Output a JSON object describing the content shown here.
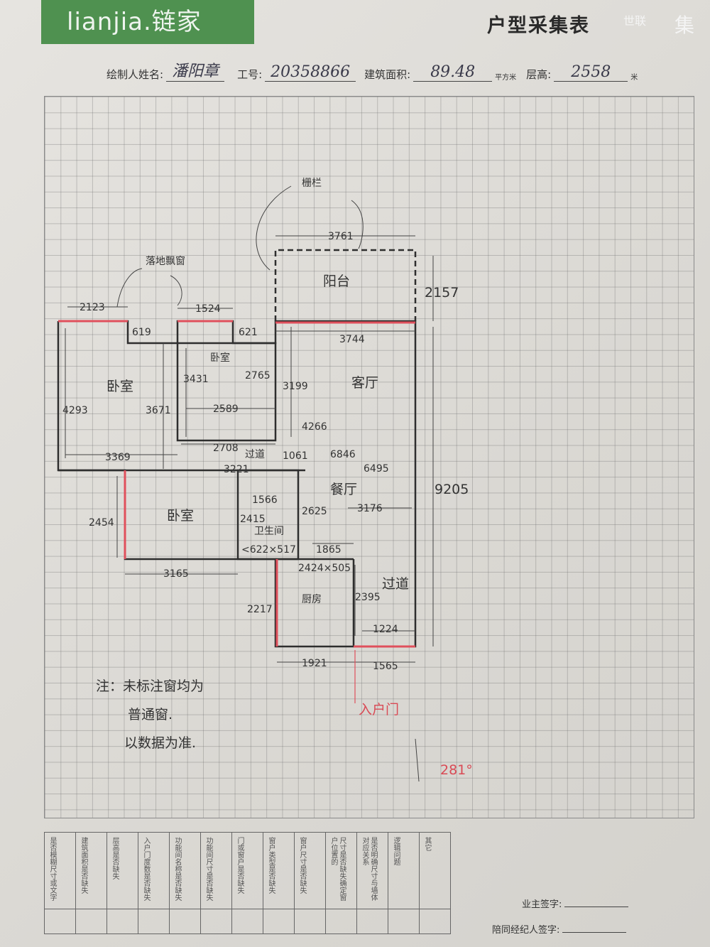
{
  "header": {
    "brand": "lianjia.链家",
    "title": "户型采集表",
    "watermark_a": "世联",
    "watermark_b": "集"
  },
  "info": {
    "drawer_label": "绘制人姓名:",
    "drawer_value": "潘阳章",
    "id_label": "工号:",
    "id_value": "20358866",
    "area_label": "建筑面积:",
    "area_value": "89.48",
    "area_unit": "平方米",
    "height_label": "层高:",
    "height_value": "2558",
    "height_unit": "米"
  },
  "plan": {
    "labels": [
      "栅栏",
      "落地飘窗",
      "阳台",
      "2157",
      "3761",
      "2123",
      "1524",
      "619",
      "621",
      "3744",
      "卧室",
      "卧室",
      "客厅",
      "3431",
      "2765",
      "3199",
      "4293",
      "3671",
      "2589",
      "4266",
      "2708",
      "3369",
      "过道",
      "1061",
      "6846",
      "6495",
      "3221",
      "1566",
      "餐厅",
      "卧室",
      "2415",
      "2625",
      "3176",
      "9205",
      "2454",
      "卫生间",
      "<622×517",
      "1865",
      "2424×505",
      "3165",
      "过道",
      "2395",
      "厨房",
      "2217",
      "1224",
      "1921",
      "1565",
      "入户门",
      "281°"
    ],
    "notes": [
      "注：未标注窗均为",
      "普通窗.",
      "以数据为准."
    ],
    "colors": {
      "wall": "#2e2e2e",
      "window": "#e0505c"
    }
  },
  "checklist": {
    "columns": [
      "是否模糊尺寸或文字",
      "建筑面积是否缺失",
      "层高是否缺失",
      "入户门度数是否缺失",
      "功能间名称是否缺失",
      "功能间尺寸是否缺失",
      "门或窗户是否缺失",
      "窗户类型是否缺失",
      "窗户尺寸是否缺失",
      "尺寸是否缺失确定窗户位置的",
      "是否明确尺寸与墙体对应关系",
      "逻辑问题",
      "其它"
    ]
  },
  "signatures": {
    "owner": "业主签字:",
    "agent": "陪同经纪人签字:"
  }
}
